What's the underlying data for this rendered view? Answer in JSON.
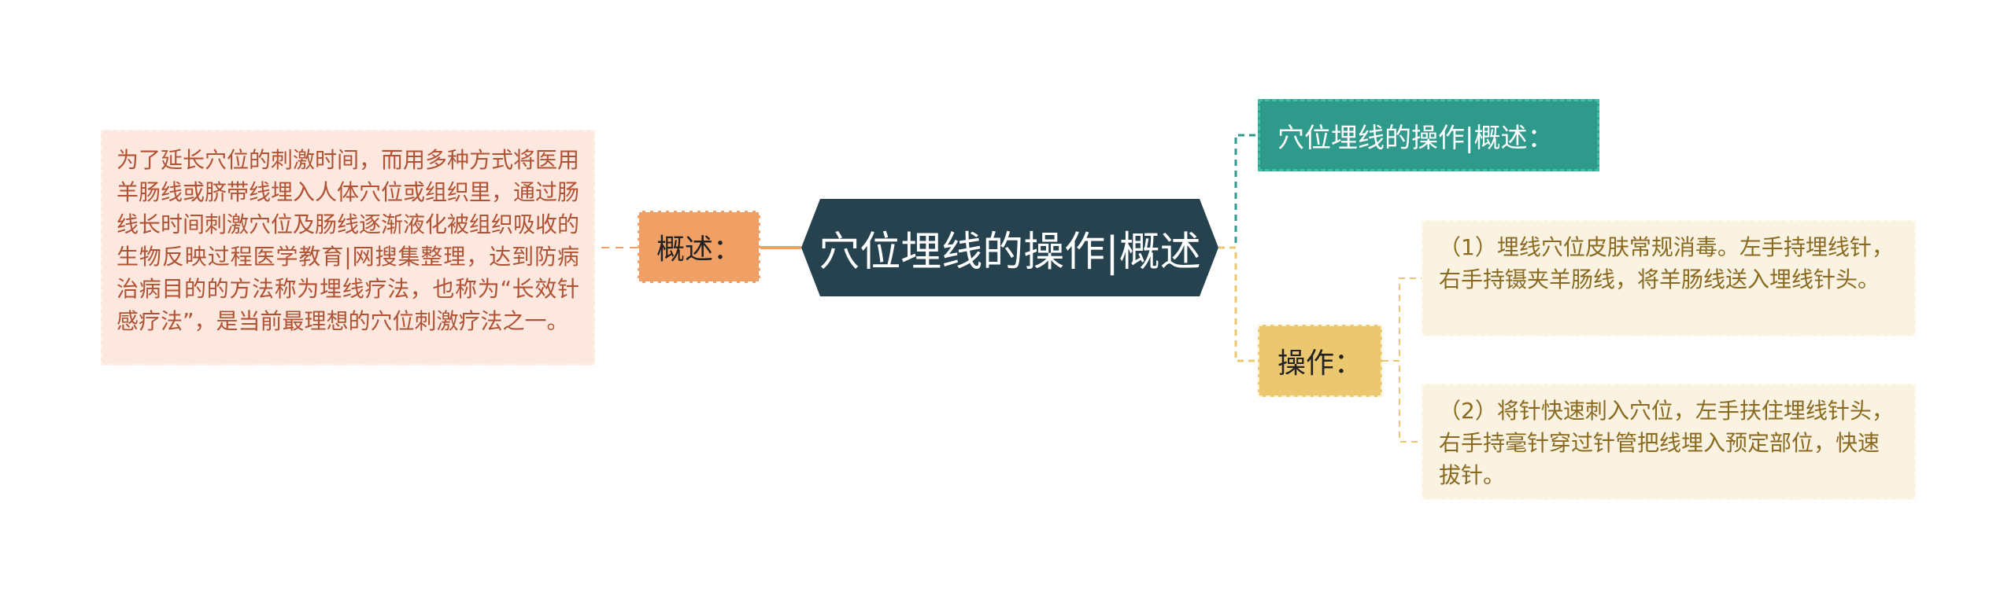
{
  "center": {
    "title": "穴位埋线的操作|概述"
  },
  "left": {
    "label": "概述：",
    "text": "为了延长穴位的刺激时间，而用多种方式将医用羊肠线或脐带线埋入人体穴位或组织里，通过肠线长时间刺激穴位及肠线逐渐液化被组织吸收的生物反映过程医学教育|网搜集整理，达到防病治病目的的方法称为埋线疗法，也称为“长效针感疗法”，是当前最理想的穴位刺激疗法之一。"
  },
  "right": {
    "top_label": "穴位埋线的操作|概述：",
    "op_label": "操作：",
    "steps": [
      "（1）埋线穴位皮肤常规消毒。左手持埋线针，右手持镊夹羊肠线，将羊肠线送入埋线针头。",
      "（2）将针快速刺入穴位，左手扶住埋线针头，右手持毫针穿过针管把线埋入预定部位，快速拔针。"
    ]
  },
  "colors": {
    "center_fill": "#26424f",
    "left_label": "#f0a064",
    "left_text_bg": "#fde8e0",
    "right_top": "#2f9a8c",
    "right_op": "#ebc870",
    "detail_bg": "#fbf3e1"
  }
}
